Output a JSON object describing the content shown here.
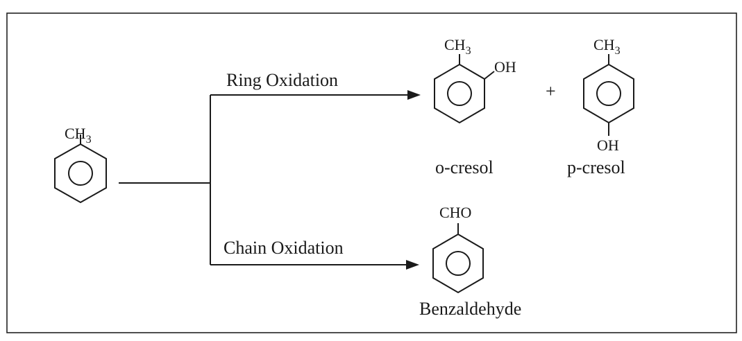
{
  "reactant": {
    "substituent": "CH3"
  },
  "paths": {
    "ring": {
      "label": "Ring Oxidation"
    },
    "chain": {
      "label": "Chain Oxidation"
    }
  },
  "products": {
    "o_cresol": {
      "substituent_top": "CH3",
      "substituent_side": "OH",
      "name": "o-cresol"
    },
    "plus": "+",
    "p_cresol": {
      "substituent_top": "CH3",
      "substituent_bottom": "OH",
      "name": "p-cresol"
    },
    "benzaldehyde": {
      "substituent_top": "CHO",
      "name": "Benzaldehyde"
    }
  }
}
